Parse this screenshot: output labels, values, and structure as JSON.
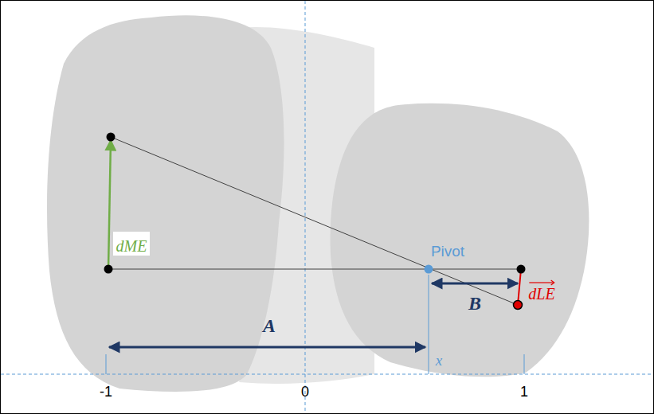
{
  "diagram": {
    "labels": [
      "dME",
      "dLE",
      "Pivot",
      "B",
      "A",
      "x",
      "-1",
      "0",
      "1"
    ]
  }
}
